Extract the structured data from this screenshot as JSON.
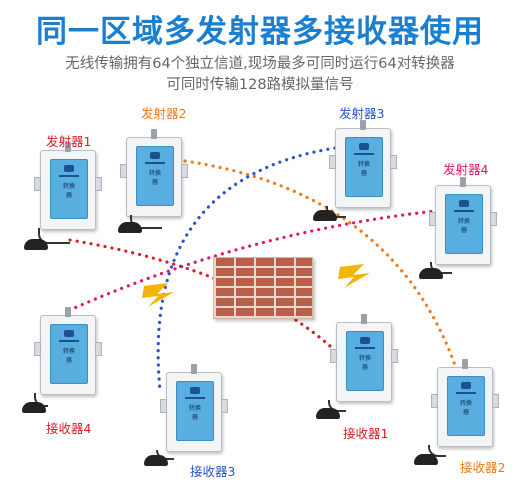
{
  "title": "同一区域多发射器多接收器使用",
  "subtitle_line1": "无线传输拥有64个独立信道,现场最多可同时运行64对转换器",
  "subtitle_line2": "可同时传输128路模拟量信号",
  "device_label": "转换器",
  "labels": {
    "tx1": "发射器1",
    "tx2": "发射器2",
    "tx3": "发射器3",
    "tx4": "发射器4",
    "rx1": "接收器1",
    "rx2": "接收器2",
    "rx3": "接收器3",
    "rx4": "接收器4"
  },
  "colors": {
    "title": "#1b7fd0",
    "pair1": "#d61f2a",
    "pair2": "#f07a14",
    "pair3": "#2a55c9",
    "pair4": "#e2186a",
    "lightning": "#f4b400"
  },
  "icons": [
    "wall-icon",
    "lightning-icon",
    "converter-device-icon",
    "sensor-probe-icon"
  ]
}
